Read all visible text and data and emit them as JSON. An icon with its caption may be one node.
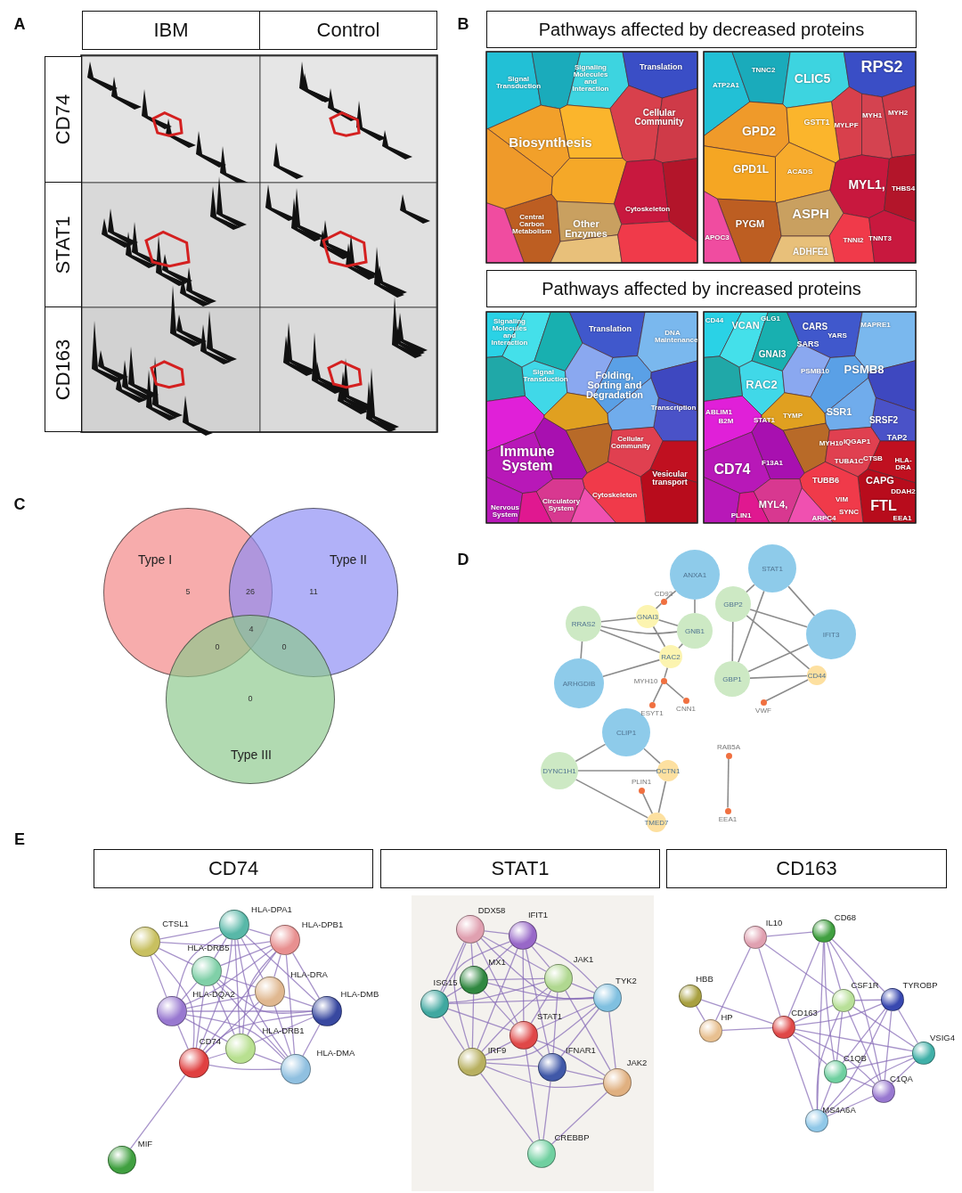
{
  "diagram": {
    "nodes": [
      {
        "text": [
          "IBM"
        ]
      },
      {
        "text": [
          "Control"
        ]
      },
      {
        "text": [
          "CD74"
        ]
      },
      {
        "text": [
          "STAT1"
        ]
      },
      {
        "text": [
          "CD163"
        ]
      },
      {
        "text": [
          "Pathways affected by decreased proteins"
        ]
      },
      {
        "text": [
          "Pathways affected by increased proteins"
        ]
      },
      {
        "text": [
          "Type I"
        ]
      },
      {
        "text": [
          "Type II"
        ]
      },
      {
        "text": [
          "Type III"
        ]
      },
      {
        "text": [
          "ANXA1"
        ]
      },
      {
        "text": [
          "STAT1"
        ]
      },
      {
        "text": [],
        "shape": "circle",
        "beside": [
          "CD93"
        ]
      },
      {
        "text": [
          "GBP2"
        ]
      },
      {
        "text": [
          "GNAI3"
        ]
      },
      {
        "text": [
          "RRAS2"
        ]
      },
      {
        "text": [
          "GNB1"
        ]
      },
      {
        "text": [
          "IFIT3"
        ]
      },
      {
        "text": [
          "RAC2"
        ]
      },
      {
        "text": [],
        "shape": "circle",
        "beside": [
          "MYH10"
        ]
      },
      {
        "text": [
          "GBP1"
        ]
      },
      {
        "text": [
          "CD44"
        ]
      },
      {
        "text": [
          "ARHGDIB"
        ]
      },
      {
        "text": [],
        "shape": "circle",
        "beside": [
          "CNN1"
        ]
      },
      {
        "text": [],
        "shape": "circle",
        "beside": [
          "VWF"
        ]
      },
      {
        "text": [],
        "shape": "circle",
        "beside": [
          "ESYT1"
        ]
      },
      {
        "text": [
          "CLIP1"
        ]
      },
      {
        "text": [],
        "shape": "circle",
        "beside": [
          "RAB5A"
        ]
      },
      {
        "text": [
          "DYNC1H1"
        ]
      },
      {
        "text": [
          "DCTN1"
        ]
      },
      {
        "text": [],
        "shape": "circle",
        "beside": [
          "PLIN1"
        ]
      },
      {
        "text": [],
        "shape": "circle",
        "beside": [
          "EEA1"
        ]
      },
      {
        "text": [
          "TMED7"
        ]
      },
      {
        "text": [
          "CD74"
        ]
      },
      {
        "text": [
          "STAT1"
        ]
      },
      {
        "text": [
          "CD163"
        ]
      },
      {
        "text": [],
        "shape": "circle",
        "beside": [
          "CTSL1"
        ]
      },
      {
        "text": [],
        "shape": "circle",
        "beside": [
          "HLA-DPA1"
        ]
      },
      {
        "text": [],
        "shape": "circle",
        "beside": [
          "HLA-DPB1"
        ]
      },
      {
        "text": [],
        "shape": "circle",
        "beside": [
          "HLA-DRB5"
        ]
      },
      {
        "text": [],
        "shape": "circle",
        "beside": [
          "HLA-DRA"
        ]
      },
      {
        "text": [],
        "shape": "circle",
        "beside": [
          "HLA-DMB"
        ]
      },
      {
        "text": [],
        "shape": "circle",
        "beside": [
          "HLA-DQA2"
        ]
      },
      {
        "text": [],
        "shape": "circle",
        "beside": [
          "HLA-DRB1"
        ]
      },
      {
        "text": [],
        "shape": "circle",
        "beside": [
          "CD74"
        ]
      },
      {
        "text": [],
        "shape": "circle",
        "beside": [
          "HLA-DMA"
        ]
      },
      {
        "text": [],
        "shape": "circle",
        "beside": [
          "MIF"
        ]
      },
      {
        "text": [],
        "shape": "circle",
        "beside": [
          "DDX58"
        ]
      },
      {
        "text": [],
        "shape": "circle",
        "beside": [
          "IFIT1"
        ]
      },
      {
        "text": [],
        "shape": "circle",
        "beside": [
          "JAK1"
        ]
      },
      {
        "text": [],
        "shape": "circle",
        "beside": [
          "MX1"
        ]
      },
      {
        "text": [],
        "shape": "circle",
        "beside": [
          "TYK2"
        ]
      },
      {
        "text": [],
        "shape": "circle",
        "beside": [
          "ISG15"
        ]
      },
      {
        "text": [],
        "shape": "circle",
        "beside": [
          "STAT1"
        ]
      },
      {
        "text": [],
        "shape": "circle",
        "beside": [
          "IRF9"
        ]
      },
      {
        "text": [],
        "shape": "circle",
        "beside": [
          "IFNAR1"
        ]
      },
      {
        "text": [],
        "shape": "circle",
        "beside": [
          "JAK2"
        ]
      },
      {
        "text": [],
        "shape": "circle",
        "beside": [
          "CREBBP"
        ]
      },
      {
        "text": [],
        "shape": "circle",
        "beside": [
          "CD68"
        ]
      },
      {
        "text": [],
        "shape": "circle",
        "beside": [
          "IL10"
        ]
      },
      {
        "text": [],
        "shape": "circle",
        "beside": [
          "HBB"
        ]
      },
      {
        "text": [],
        "shape": "circle",
        "beside": [
          "TYROBP"
        ]
      },
      {
        "text": [],
        "shape": "circle",
        "beside": [
          "CSF1R"
        ]
      },
      {
        "text": [],
        "shape": "circle",
        "beside": [
          "CD163"
        ]
      },
      {
        "text": [],
        "shape": "circle",
        "beside": [
          "HP"
        ]
      },
      {
        "text": [],
        "shape": "circle",
        "beside": [
          "VSIG4"
        ]
      },
      {
        "text": [],
        "shape": "circle",
        "beside": [
          "C1QB"
        ]
      },
      {
        "text": [],
        "shape": "circle",
        "beside": [
          "C1QA"
        ]
      },
      {
        "text": [],
        "shape": "circle",
        "beside": [
          "MS4A6A"
        ]
      }
    ],
    "edges": [
      {
        "from": 10,
        "to": 12,
        "arrow": "none",
        "color": "#8c8c8c"
      },
      {
        "from": 12,
        "to": 14,
        "arrow": "none",
        "color": "#8c8c8c"
      },
      {
        "from": 10,
        "to": 16,
        "arrow": "none",
        "color": "#8c8c8c"
      },
      {
        "from": 15,
        "to": 14,
        "arrow": "none",
        "color": "#8c8c8c"
      },
      {
        "from": 15,
        "to": 16,
        "arrow": "none",
        "color": "#8c8c8c"
      },
      {
        "from": 15,
        "to": 18,
        "arrow": "none",
        "color": "#8c8c8c"
      },
      {
        "from": 15,
        "to": 22,
        "arrow": "none",
        "color": "#8c8c8c"
      },
      {
        "from": 14,
        "to": 16,
        "arrow": "none",
        "color": "#8c8c8c"
      },
      {
        "from": 14,
        "to": 18,
        "arrow": "none",
        "color": "#8c8c8c"
      },
      {
        "from": 16,
        "to": 18,
        "arrow": "none",
        "color": "#8c8c8c"
      },
      {
        "from": 22,
        "to": 18,
        "arrow": "none",
        "color": "#8c8c8c"
      },
      {
        "from": 18,
        "to": 19,
        "arrow": "none",
        "color": "#8c8c8c"
      },
      {
        "from": 19,
        "to": 25,
        "arrow": "none",
        "color": "#8c8c8c"
      },
      {
        "from": 19,
        "to": 23,
        "arrow": "none",
        "color": "#8c8c8c"
      },
      {
        "from": 11,
        "to": 13,
        "arrow": "none",
        "color": "#8c8c8c"
      },
      {
        "from": 11,
        "to": 20,
        "arrow": "none",
        "color": "#8c8c8c"
      },
      {
        "from": 11,
        "to": 17,
        "arrow": "none",
        "color": "#8c8c8c"
      },
      {
        "from": 13,
        "to": 17,
        "arrow": "none",
        "color": "#8c8c8c"
      },
      {
        "from": 13,
        "to": 20,
        "arrow": "none",
        "color": "#8c8c8c"
      },
      {
        "from": 13,
        "to": 21,
        "arrow": "none",
        "color": "#8c8c8c"
      },
      {
        "from": 17,
        "to": 20,
        "arrow": "none",
        "color": "#8c8c8c"
      },
      {
        "from": 20,
        "to": 21,
        "arrow": "none",
        "color": "#8c8c8c"
      },
      {
        "from": 21,
        "to": 24,
        "arrow": "none",
        "color": "#8c8c8c"
      },
      {
        "from": 26,
        "to": 28,
        "arrow": "none",
        "color": "#8c8c8c"
      },
      {
        "from": 26,
        "to": 29,
        "arrow": "none",
        "color": "#8c8c8c"
      },
      {
        "from": 28,
        "to": 29,
        "arrow": "none",
        "color": "#8c8c8c"
      },
      {
        "from": 28,
        "to": 32,
        "arrow": "none",
        "color": "#8c8c8c"
      },
      {
        "from": 29,
        "to": 32,
        "arrow": "none",
        "color": "#8c8c8c"
      },
      {
        "from": 30,
        "to": 32,
        "arrow": "none",
        "color": "#8c8c8c"
      },
      {
        "from": 27,
        "to": 31,
        "arrow": "none",
        "color": "#8c8c8c"
      },
      {
        "from": 36,
        "to": 37,
        "arrow": "none"
      },
      {
        "from": 36,
        "to": 38,
        "arrow": "none"
      },
      {
        "from": 36,
        "to": 39,
        "arrow": "none"
      },
      {
        "from": 36,
        "to": 42,
        "arrow": "none"
      },
      {
        "from": 36,
        "to": 44,
        "arrow": "none"
      },
      {
        "from": 37,
        "to": 38,
        "arrow": "none"
      },
      {
        "from": 37,
        "to": 39,
        "arrow": "none"
      },
      {
        "from": 37,
        "to": 40,
        "arrow": "none"
      },
      {
        "from": 37,
        "to": 41,
        "arrow": "none"
      },
      {
        "from": 37,
        "to": 42,
        "arrow": "none"
      },
      {
        "from": 37,
        "to": 43,
        "arrow": "none"
      },
      {
        "from": 37,
        "to": 44,
        "arrow": "none"
      },
      {
        "from": 37,
        "to": 45,
        "arrow": "none"
      },
      {
        "from": 38,
        "to": 39,
        "arrow": "none"
      },
      {
        "from": 38,
        "to": 40,
        "arrow": "none"
      },
      {
        "from": 38,
        "to": 41,
        "arrow": "none"
      },
      {
        "from": 38,
        "to": 42,
        "arrow": "none"
      },
      {
        "from": 38,
        "to": 43,
        "arrow": "none"
      },
      {
        "from": 38,
        "to": 44,
        "arrow": "none"
      },
      {
        "from": 38,
        "to": 45,
        "arrow": "none"
      },
      {
        "from": 39,
        "to": 40,
        "arrow": "none"
      },
      {
        "from": 39,
        "to": 41,
        "arrow": "none"
      },
      {
        "from": 39,
        "to": 42,
        "arrow": "none"
      },
      {
        "from": 39,
        "to": 43,
        "arrow": "none"
      },
      {
        "from": 39,
        "to": 44,
        "arrow": "none"
      },
      {
        "from": 39,
        "to": 45,
        "arrow": "none"
      },
      {
        "from": 40,
        "to": 41,
        "arrow": "none"
      },
      {
        "from": 40,
        "to": 42,
        "arrow": "none"
      },
      {
        "from": 40,
        "to": 43,
        "arrow": "none"
      },
      {
        "from": 40,
        "to": 44,
        "arrow": "none"
      },
      {
        "from": 40,
        "to": 45,
        "arrow": "none"
      },
      {
        "from": 41,
        "to": 42,
        "arrow": "none"
      },
      {
        "from": 41,
        "to": 43,
        "arrow": "none"
      },
      {
        "from": 41,
        "to": 44,
        "arrow": "none"
      },
      {
        "from": 41,
        "to": 45,
        "arrow": "none"
      },
      {
        "from": 42,
        "to": 43,
        "arrow": "none"
      },
      {
        "from": 42,
        "to": 44,
        "arrow": "none"
      },
      {
        "from": 42,
        "to": 45,
        "arrow": "none"
      },
      {
        "from": 43,
        "to": 44,
        "arrow": "none"
      },
      {
        "from": 43,
        "to": 45,
        "arrow": "none"
      },
      {
        "from": 44,
        "to": 45,
        "arrow": "none"
      },
      {
        "from": 44,
        "to": 46,
        "arrow": "none"
      },
      {
        "from": 47,
        "to": 48,
        "arrow": "none"
      },
      {
        "from": 47,
        "to": 50,
        "arrow": "none"
      },
      {
        "from": 47,
        "to": 52,
        "arrow": "none"
      },
      {
        "from": 47,
        "to": 49,
        "arrow": "none"
      },
      {
        "from": 47,
        "to": 53,
        "arrow": "none"
      },
      {
        "from": 47,
        "to": 54,
        "arrow": "none"
      },
      {
        "from": 47,
        "to": 51,
        "arrow": "none"
      },
      {
        "from": 48,
        "to": 50,
        "arrow": "none"
      },
      {
        "from": 48,
        "to": 52,
        "arrow": "none"
      },
      {
        "from": 48,
        "to": 49,
        "arrow": "none"
      },
      {
        "from": 48,
        "to": 53,
        "arrow": "none"
      },
      {
        "from": 48,
        "to": 54,
        "arrow": "none"
      },
      {
        "from": 48,
        "to": 51,
        "arrow": "none"
      },
      {
        "from": 48,
        "to": 55,
        "arrow": "none"
      },
      {
        "from": 50,
        "to": 52,
        "arrow": "none"
      },
      {
        "from": 50,
        "to": 49,
        "arrow": "none"
      },
      {
        "from": 50,
        "to": 53,
        "arrow": "none"
      },
      {
        "from": 50,
        "to": 54,
        "arrow": "none"
      },
      {
        "from": 50,
        "to": 51,
        "arrow": "none"
      },
      {
        "from": 52,
        "to": 53,
        "arrow": "none"
      },
      {
        "from": 52,
        "to": 54,
        "arrow": "none"
      },
      {
        "from": 52,
        "to": 49,
        "arrow": "none"
      },
      {
        "from": 52,
        "to": 51,
        "arrow": "none"
      },
      {
        "from": 49,
        "to": 53,
        "arrow": "none"
      },
      {
        "from": 49,
        "to": 51,
        "arrow": "none"
      },
      {
        "from": 49,
        "to": 54,
        "arrow": "none"
      },
      {
        "from": 49,
        "to": 55,
        "arrow": "none"
      },
      {
        "from": 49,
        "to": 56,
        "arrow": "none"
      },
      {
        "from": 51,
        "to": 53,
        "arrow": "none"
      },
      {
        "from": 51,
        "to": 55,
        "arrow": "none"
      },
      {
        "from": 51,
        "to": 56,
        "arrow": "none"
      },
      {
        "from": 51,
        "to": 54,
        "arrow": "none"
      },
      {
        "from": 53,
        "to": 54,
        "arrow": "none"
      },
      {
        "from": 53,
        "to": 55,
        "arrow": "none"
      },
      {
        "from": 53,
        "to": 56,
        "arrow": "none"
      },
      {
        "from": 53,
        "to": 57,
        "arrow": "none"
      },
      {
        "from": 54,
        "to": 55,
        "arrow": "none"
      },
      {
        "from": 54,
        "to": 57,
        "arrow": "none"
      },
      {
        "from": 54,
        "to": 56,
        "arrow": "none"
      },
      {
        "from": 55,
        "to": 56,
        "arrow": "none"
      },
      {
        "from": 55,
        "to": 57,
        "arrow": "none"
      },
      {
        "from": 56,
        "to": 57,
        "arrow": "none"
      },
      {
        "from": 59,
        "to": 58,
        "arrow": "none"
      },
      {
        "from": 59,
        "to": 64,
        "arrow": "none"
      },
      {
        "from": 59,
        "to": 63,
        "arrow": "none"
      },
      {
        "from": 59,
        "to": 62,
        "arrow": "none"
      },
      {
        "from": 60,
        "to": 64,
        "arrow": "none"
      },
      {
        "from": 60,
        "to": 63,
        "arrow": "none"
      },
      {
        "from": 64,
        "to": 63,
        "arrow": "none"
      },
      {
        "from": 58,
        "to": 63,
        "arrow": "none"
      },
      {
        "from": 58,
        "to": 62,
        "arrow": "none"
      },
      {
        "from": 58,
        "to": 66,
        "arrow": "none"
      },
      {
        "from": 58,
        "to": 67,
        "arrow": "none"
      },
      {
        "from": 58,
        "to": 61,
        "arrow": "none"
      },
      {
        "from": 58,
        "to": 68,
        "arrow": "none"
      },
      {
        "from": 63,
        "to": 62,
        "arrow": "none"
      },
      {
        "from": 63,
        "to": 61,
        "arrow": "none"
      },
      {
        "from": 63,
        "to": 65,
        "arrow": "none"
      },
      {
        "from": 63,
        "to": 66,
        "arrow": "none"
      },
      {
        "from": 63,
        "to": 67,
        "arrow": "none"
      },
      {
        "from": 63,
        "to": 68,
        "arrow": "none"
      },
      {
        "from": 62,
        "to": 61,
        "arrow": "none"
      },
      {
        "from": 62,
        "to": 66,
        "arrow": "none"
      },
      {
        "from": 62,
        "to": 67,
        "arrow": "none"
      },
      {
        "from": 62,
        "to": 65,
        "arrow": "none"
      },
      {
        "from": 62,
        "to": 68,
        "arrow": "none"
      },
      {
        "from": 61,
        "to": 66,
        "arrow": "none"
      },
      {
        "from": 61,
        "to": 67,
        "arrow": "none"
      },
      {
        "from": 61,
        "to": 65,
        "arrow": "none"
      },
      {
        "from": 61,
        "to": 68,
        "arrow": "none"
      },
      {
        "from": 65,
        "to": 66,
        "arrow": "none"
      },
      {
        "from": 65,
        "to": 67,
        "arrow": "none"
      },
      {
        "from": 65,
        "to": 68,
        "arrow": "none"
      },
      {
        "from": 66,
        "to": 67,
        "arrow": "none"
      },
      {
        "from": 66,
        "to": 68,
        "arrow": "none"
      },
      {
        "from": 67,
        "to": 68,
        "arrow": "none"
      }
    ],
    "labels": [
      "A",
      "B",
      "Signal Transduction",
      "Signaling Molecules and Interaction",
      "Translation",
      "Cellular Community",
      "Biosynthesis",
      "Cytoskeleton",
      "Central Carbon Metabolism",
      "Other Enzymes",
      "ATP2A1",
      "TNNC2",
      "CLIC5",
      "RPS2",
      "MYLPF",
      "MYH1",
      "MYH2",
      "GPD2",
      "GSTT1",
      "GPD1L",
      "ACADS",
      "MYL1,",
      "THBS4",
      "PYGM",
      "ASPH",
      "APOC3",
      "TNNI2",
      "TNNT3",
      "ADHFE1",
      "Signaling Molecules and Interaction",
      "Translation",
      "DNA Maintenance",
      "Signal Transduction",
      "Folding, Sorting and Degradation",
      "Transcription",
      "Immune System",
      "Cellular Community",
      "Vesicular transport",
      "Cytoskeleton",
      "Circulatory System",
      "Nervous System",
      "CD44",
      "VCAN",
      "GLG1",
      "CARS",
      "YARS",
      "MAPRE1",
      "SARS",
      "GNAI3",
      "PSMB10",
      "PSMB8",
      "RAC2",
      "ABLIM1",
      "B2M",
      "STAT1",
      "TYMP",
      "SSR1",
      "SRSF2",
      "MYH10",
      "IQGAP1",
      "TAP2",
      "CD74",
      "F13A1",
      "TUBA1C",
      "CTSB",
      "HLA-DRA",
      "TUBB6",
      "CAPG",
      "DDAH2",
      "MYL4,",
      "VIM",
      "FTL",
      "PLIN1",
      "ARPC4",
      "SYNC",
      "EEA1",
      "C",
      "5",
      "26",
      "11",
      "0",
      "4",
      "0",
      "0",
      "D",
      "E"
    ]
  }
}
